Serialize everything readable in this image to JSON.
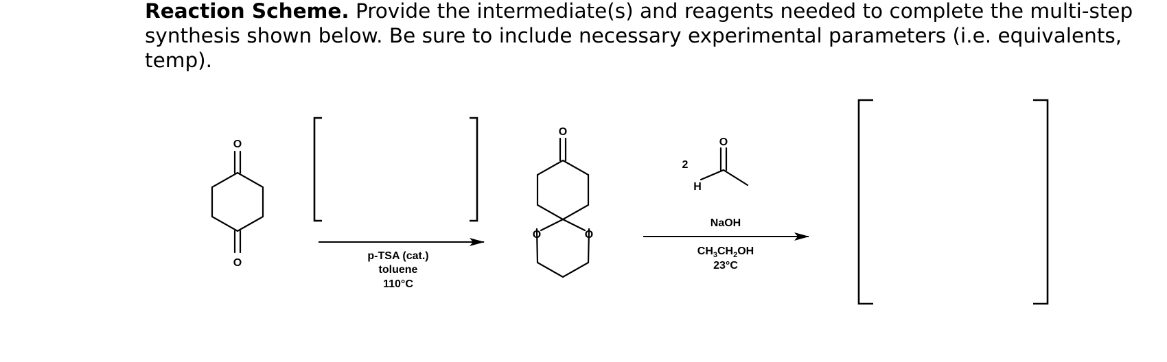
{
  "question": {
    "lead": "Reaction Scheme.",
    "body": " Provide the intermediate(s) and reagents needed to complete the multi-step synthesis shown below. Be sure to include necessary experimental parameters (i.e. equivalents, temp)."
  },
  "starting_material": {
    "atom_top": "O",
    "atom_bottom": "O"
  },
  "step1": {
    "conditions": [
      "p-TSA (cat.)",
      "toluene",
      "110°C"
    ]
  },
  "intermediate": {
    "carbonyl_o": "O",
    "ring_o_left": "O",
    "ring_o_right": "O"
  },
  "step2": {
    "reagent_equiv": "2",
    "reagent_o": "O",
    "reagent_h": "H",
    "above_arrow": "NaOH",
    "solvent_parts": [
      "CH",
      "3",
      "CH",
      "2",
      "OH"
    ],
    "temperature": "23°C"
  }
}
